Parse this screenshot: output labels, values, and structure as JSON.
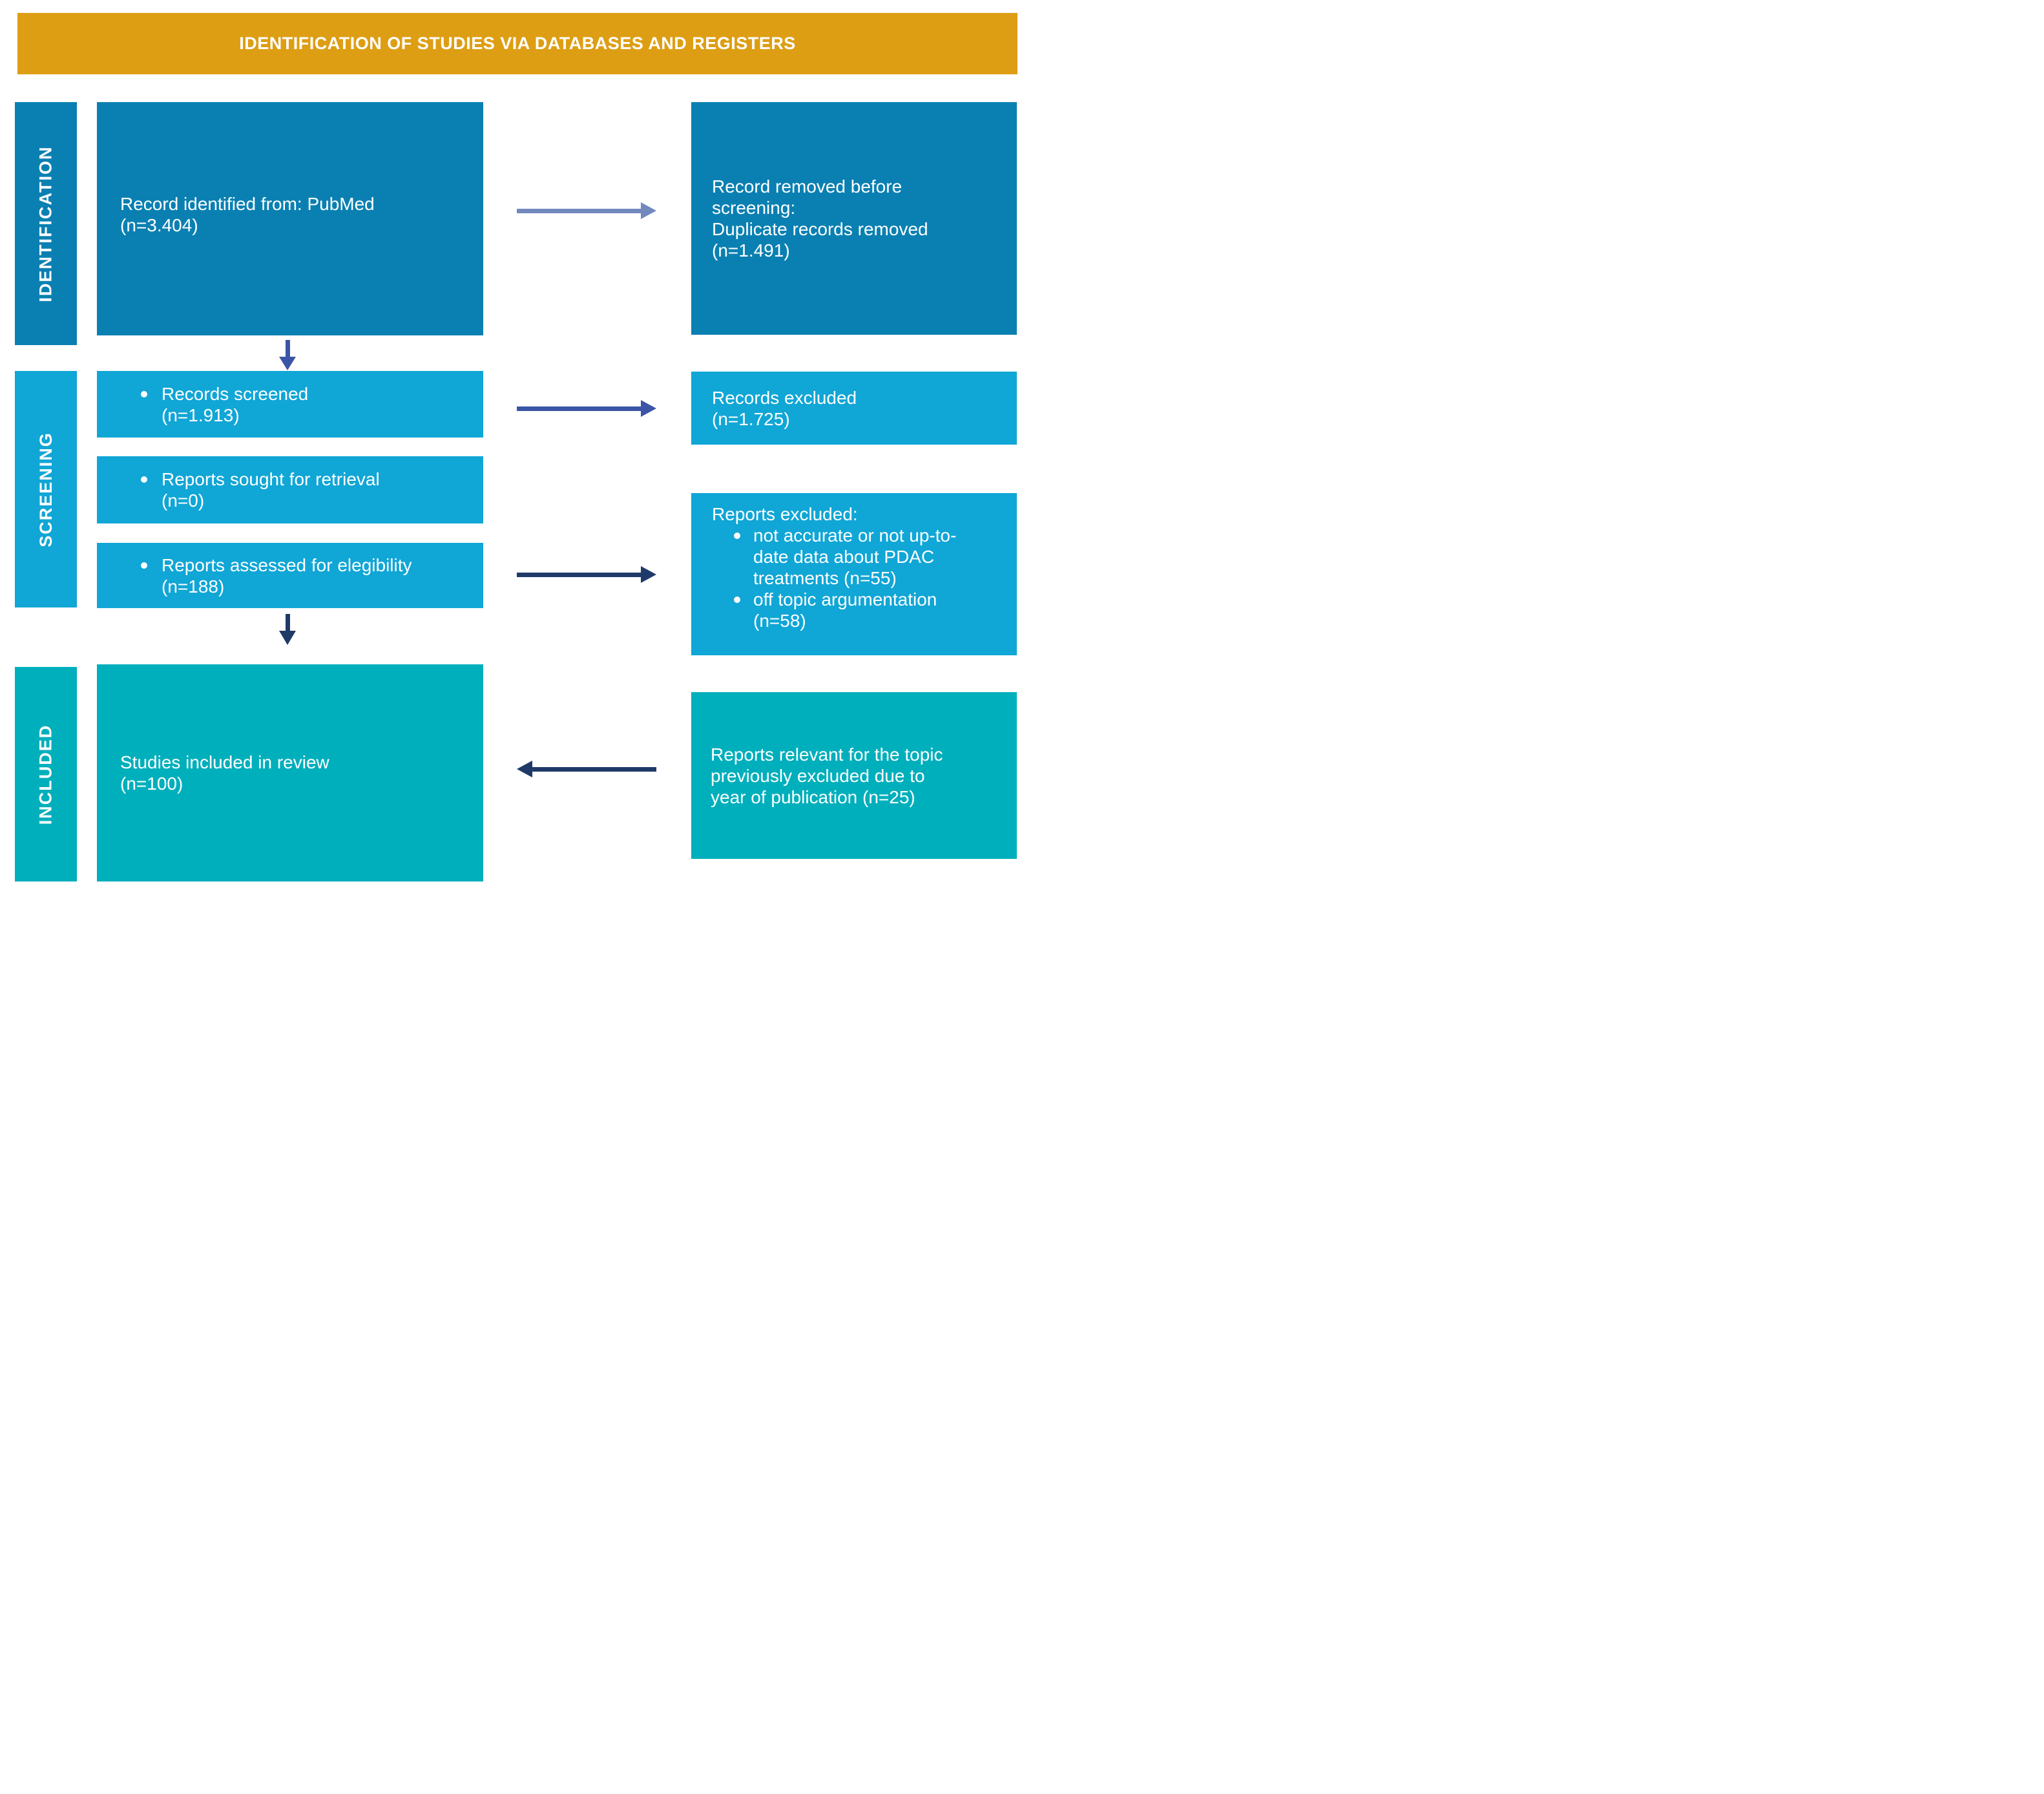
{
  "banner": {
    "title": "IDENTIFICATION OF STUDIES VIA DATABASES AND REGISTERS"
  },
  "stages": {
    "identification": {
      "label": "IDENTIFICATION"
    },
    "screening": {
      "label": "SCREENING"
    },
    "included": {
      "label": "INCLUDED"
    }
  },
  "boxes": {
    "records_identified": "Record identified from: PubMed\n(n=3.404)",
    "records_removed": "Record removed before\nscreening:\nDuplicate records removed\n(n=1.491)",
    "records_screened": "Records screened\n(n=1.913)",
    "reports_sought": "Reports sought for retrieval\n(n=0)",
    "reports_assessed": "Reports assessed for elegibility\n(n=188)",
    "records_excluded": "Records excluded\n(n=1.725)",
    "reports_excluded": {
      "heading": "Reports excluded:",
      "items": [
        "not accurate or not up-to-\ndate data about PDAC\ntreatments (n=55)",
        "off topic argumentation\n(n=58)"
      ]
    },
    "studies_included": "Studies included in review\n(n=100)",
    "reports_relevant": "Reports relevant for the topic\npreviously excluded due to\nyear of publication (n=25)"
  },
  "colors": {
    "banner_bg": "#DE9E14",
    "identification_blue": "#0A80B2",
    "screening_cyan": "#10A6D6",
    "included_teal": "#00AFBC",
    "arrow_slate": "#7289BE",
    "arrow_indigo": "#3A55A6",
    "arrow_navy": "#1F3A69",
    "text": "#FFFFFF"
  }
}
